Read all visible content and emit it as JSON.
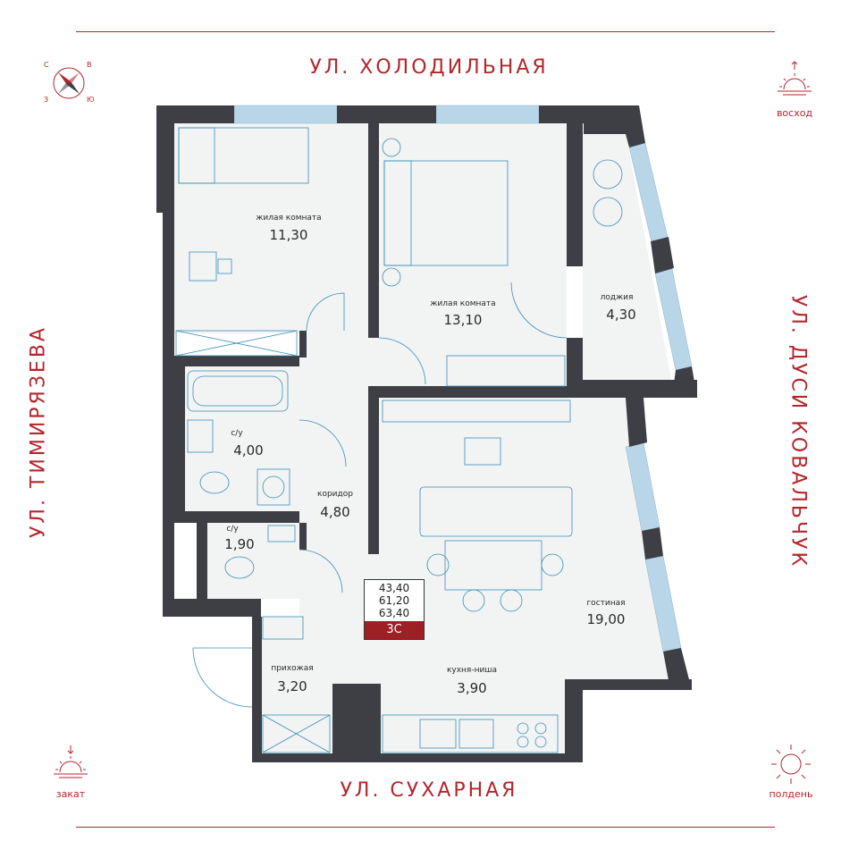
{
  "streets": {
    "top": "УЛ. ХОЛОДИЛЬНАЯ",
    "bottom": "УЛ. СУХАРНАЯ",
    "left": "УЛ. ТИМИРЯЗЕВА",
    "right": "УЛ. ДУСИ КОВАЛЬЧУК"
  },
  "compass": {
    "north": "С",
    "east": "В",
    "west": "З",
    "south": "Ю"
  },
  "sun": {
    "sunrise": "восход",
    "sunset": "закат",
    "noon": "полдень"
  },
  "rooms": [
    {
      "id": "bedroom1",
      "name": "жилая комната",
      "area": "11,30"
    },
    {
      "id": "bedroom2",
      "name": "жилая комната",
      "area": "13,10"
    },
    {
      "id": "loggia",
      "name": "лоджия",
      "area": "4,30"
    },
    {
      "id": "bath1",
      "name": "с/у",
      "area": "4,00"
    },
    {
      "id": "corridor",
      "name": "коридор",
      "area": "4,80"
    },
    {
      "id": "bath2",
      "name": "с/у",
      "area": "1,90"
    },
    {
      "id": "living",
      "name": "гостиная",
      "area": "19,00"
    },
    {
      "id": "hall",
      "name": "прихожая",
      "area": "3,20"
    },
    {
      "id": "kitchen",
      "name": "кухня-ниша",
      "area": "3,90"
    }
  ],
  "apartment": {
    "living_area": "43,40",
    "total_area": "61,20",
    "total_with_loggia": "63,40",
    "type": "3С"
  },
  "colors": {
    "accent": "#b3262c",
    "badge": "#9e1f24",
    "wall": "#3d3f44",
    "floor": "#f2f3f3",
    "window": "#b9d6e8",
    "fixture_line": "#3a8fb7"
  }
}
